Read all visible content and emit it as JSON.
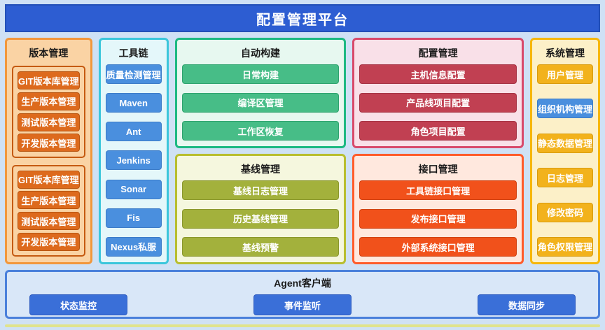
{
  "page": {
    "title": "配置管理平台"
  },
  "columns": {
    "version": {
      "title": "版本管理",
      "groups": [
        {
          "items": [
            "GIT版本库管理",
            "生产版本管理",
            "测试版本管理",
            "开发版本管理"
          ]
        },
        {
          "items": [
            "GIT版本库管理",
            "生产版本管理",
            "测试版本管理",
            "开发版本管理"
          ]
        }
      ]
    },
    "toolchain": {
      "title": "工具链",
      "items": [
        "质量检测管理",
        "Maven",
        "Ant",
        "Jenkins",
        "Sonar",
        "Fis",
        "Nexus私服"
      ]
    },
    "autobuild": {
      "title": "自动构建",
      "items": [
        "日常构建",
        "编译区管理",
        "工作区恢复"
      ]
    },
    "baseline": {
      "title": "基线管理",
      "items": [
        "基线日志管理",
        "历史基线管理",
        "基线预警"
      ]
    },
    "config": {
      "title": "配置管理",
      "items": [
        "主机信息配置",
        "产品线项目配置",
        "角色项目配置"
      ]
    },
    "interface": {
      "title": "接口管理",
      "items": [
        "工具链接口管理",
        "发布接口管理",
        "外部系统接口管理"
      ]
    },
    "system": {
      "title": "系统管理",
      "items": [
        {
          "label": "用户管理",
          "variant": "gold"
        },
        {
          "label": "组织机构管理",
          "variant": "blue"
        },
        {
          "label": "静态数据管理",
          "variant": "gold"
        },
        {
          "label": "日志管理",
          "variant": "gold"
        },
        {
          "label": "修改密码",
          "variant": "gold"
        },
        {
          "label": "角色权限管理",
          "variant": "gold"
        }
      ]
    }
  },
  "agent": {
    "title": "Agent客户端",
    "items": [
      "状态监控",
      "事件监听",
      "数据同步"
    ]
  },
  "colors": {
    "page_background": "#cfe1f5",
    "banner_blue": "#2d5dd2",
    "version_orange": "#dd6a1d",
    "toolchain_blue": "#4a8fde",
    "autobuild_green": "#47bd87",
    "baseline_olive": "#a3b13c",
    "config_crimson": "#c14052",
    "interface_orangered": "#f1511b",
    "system_gold": "#f2b21c",
    "agent_button_blue": "#3a6fd8"
  }
}
